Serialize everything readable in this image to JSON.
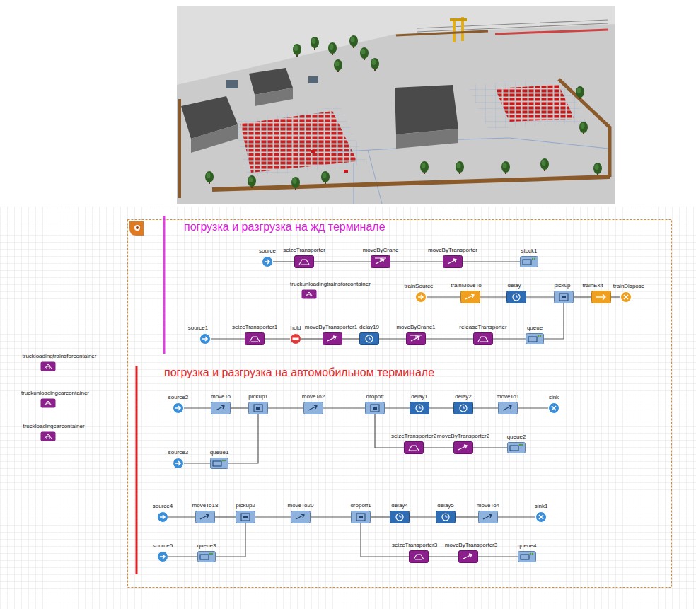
{
  "diagram": {
    "nodes": [
      {
        "text": [
          "source"
        ]
      },
      {
        "text": [
          "seizeTransporter"
        ]
      },
      {
        "text": [
          "moveByCrane"
        ]
      },
      {
        "text": [
          "moveByTransporter"
        ]
      },
      {
        "text": [
          "stock1"
        ]
      },
      {
        "text": [
          "truckunloadingtrainsforcontainer"
        ]
      },
      {
        "text": [
          "trainSource"
        ]
      },
      {
        "text": [
          "trainMoveTo"
        ]
      },
      {
        "text": [
          "delay"
        ]
      },
      {
        "text": [
          "pickup"
        ]
      },
      {
        "text": [
          "trainExit"
        ]
      },
      {
        "text": [
          "trainDispose"
        ]
      },
      {
        "text": [
          "source1"
        ]
      },
      {
        "text": [
          "seizeTransporter1"
        ]
      },
      {
        "text": [
          "hold"
        ]
      },
      {
        "text": [
          "moveByTransporter1"
        ]
      },
      {
        "text": [
          "delay19"
        ]
      },
      {
        "text": [
          "moveByCrane1"
        ]
      },
      {
        "text": [
          "releaseTransporter"
        ]
      },
      {
        "text": [
          "queue"
        ]
      },
      {
        "text": [
          "truckloadingtrainsforcontainer"
        ]
      },
      {
        "text": [
          "truckunloadingcarcontainer"
        ]
      },
      {
        "text": [
          "truckloadingcarcontainer"
        ]
      },
      {
        "text": [
          "source2"
        ]
      },
      {
        "text": [
          "moveTo"
        ]
      },
      {
        "text": [
          "pickup1"
        ]
      },
      {
        "text": [
          "moveTo2"
        ]
      },
      {
        "text": [
          "dropoff"
        ]
      },
      {
        "text": [
          "delay1"
        ]
      },
      {
        "text": [
          "delay2"
        ]
      },
      {
        "text": [
          "moveTo1"
        ]
      },
      {
        "text": [
          "sink"
        ]
      },
      {
        "text": [
          "seizeTransporter2"
        ]
      },
      {
        "text": [
          "moveByTransporter2"
        ]
      },
      {
        "text": [
          "queue2"
        ]
      },
      {
        "text": [
          "source3"
        ]
      },
      {
        "text": [
          "queue1"
        ]
      },
      {
        "text": [
          "source4"
        ]
      },
      {
        "text": [
          "moveTo18"
        ]
      },
      {
        "text": [
          "pickup2"
        ]
      },
      {
        "text": [
          "moveTo20"
        ]
      },
      {
        "text": [
          "dropoff1"
        ]
      },
      {
        "text": [
          "delay4"
        ]
      },
      {
        "text": [
          "delay5"
        ]
      },
      {
        "text": [
          "moveTo4"
        ]
      },
      {
        "text": [
          "sink1"
        ]
      },
      {
        "text": [
          "source5"
        ]
      },
      {
        "text": [
          "queue3"
        ]
      },
      {
        "text": [
          "seizeTransporter3"
        ]
      },
      {
        "text": [
          "moveByTransporter3"
        ]
      },
      {
        "text": [
          "queue4"
        ]
      }
    ],
    "edges": [
      {
        "from": 0,
        "to": 1,
        "arrow": "none"
      },
      {
        "from": 1,
        "to": 2,
        "arrow": "none"
      },
      {
        "from": 2,
        "to": 3,
        "arrow": "none"
      },
      {
        "from": 3,
        "to": 4,
        "arrow": "none"
      },
      {
        "from": 6,
        "to": 7,
        "arrow": "none"
      },
      {
        "from": 7,
        "to": 8,
        "arrow": "none"
      },
      {
        "from": 8,
        "to": 9,
        "arrow": "none"
      },
      {
        "from": 9,
        "to": 10,
        "arrow": "none"
      },
      {
        "from": 10,
        "to": 11,
        "arrow": "none"
      },
      {
        "from": 12,
        "to": 13,
        "arrow": "none"
      },
      {
        "from": 13,
        "to": 14,
        "arrow": "none"
      },
      {
        "from": 14,
        "to": 15,
        "arrow": "none"
      },
      {
        "from": 15,
        "to": 16,
        "arrow": "none"
      },
      {
        "from": 16,
        "to": 17,
        "arrow": "none"
      },
      {
        "from": 17,
        "to": 18,
        "arrow": "none"
      },
      {
        "from": 18,
        "to": 19,
        "arrow": "none"
      },
      {
        "from": 19,
        "to": 9,
        "arrow": "none"
      },
      {
        "from": 23,
        "to": 24,
        "arrow": "none"
      },
      {
        "from": 24,
        "to": 25,
        "arrow": "none"
      },
      {
        "from": 25,
        "to": 26,
        "arrow": "none"
      },
      {
        "from": 26,
        "to": 27,
        "arrow": "none"
      },
      {
        "from": 27,
        "to": 28,
        "arrow": "none"
      },
      {
        "from": 28,
        "to": 29,
        "arrow": "none"
      },
      {
        "from": 29,
        "to": 30,
        "arrow": "none"
      },
      {
        "from": 30,
        "to": 31,
        "arrow": "none"
      },
      {
        "from": 27,
        "to": 32,
        "arrow": "none"
      },
      {
        "from": 32,
        "to": 33,
        "arrow": "none"
      },
      {
        "from": 33,
        "to": 34,
        "arrow": "none"
      },
      {
        "from": 35,
        "to": 36,
        "arrow": "none"
      },
      {
        "from": 36,
        "to": 25,
        "arrow": "none"
      },
      {
        "from": 37,
        "to": 38,
        "arrow": "none"
      },
      {
        "from": 38,
        "to": 39,
        "arrow": "none"
      },
      {
        "from": 39,
        "to": 40,
        "arrow": "none"
      },
      {
        "from": 40,
        "to": 41,
        "arrow": "none"
      },
      {
        "from": 41,
        "to": 42,
        "arrow": "none"
      },
      {
        "from": 42,
        "to": 43,
        "arrow": "none"
      },
      {
        "from": 43,
        "to": 44,
        "arrow": "none"
      },
      {
        "from": 44,
        "to": 45,
        "arrow": "none"
      },
      {
        "from": 41,
        "to": 48,
        "arrow": "none"
      },
      {
        "from": 48,
        "to": 49,
        "arrow": "none"
      },
      {
        "from": 49,
        "to": 50,
        "arrow": "none"
      },
      {
        "from": 46,
        "to": 47,
        "arrow": "none"
      },
      {
        "from": 47,
        "to": 39,
        "arrow": "none"
      }
    ],
    "labels": [
      "погрузка и разгрузка на жд терминале",
      "погрузка и разгрузка на автомобильном терминале"
    ]
  }
}
